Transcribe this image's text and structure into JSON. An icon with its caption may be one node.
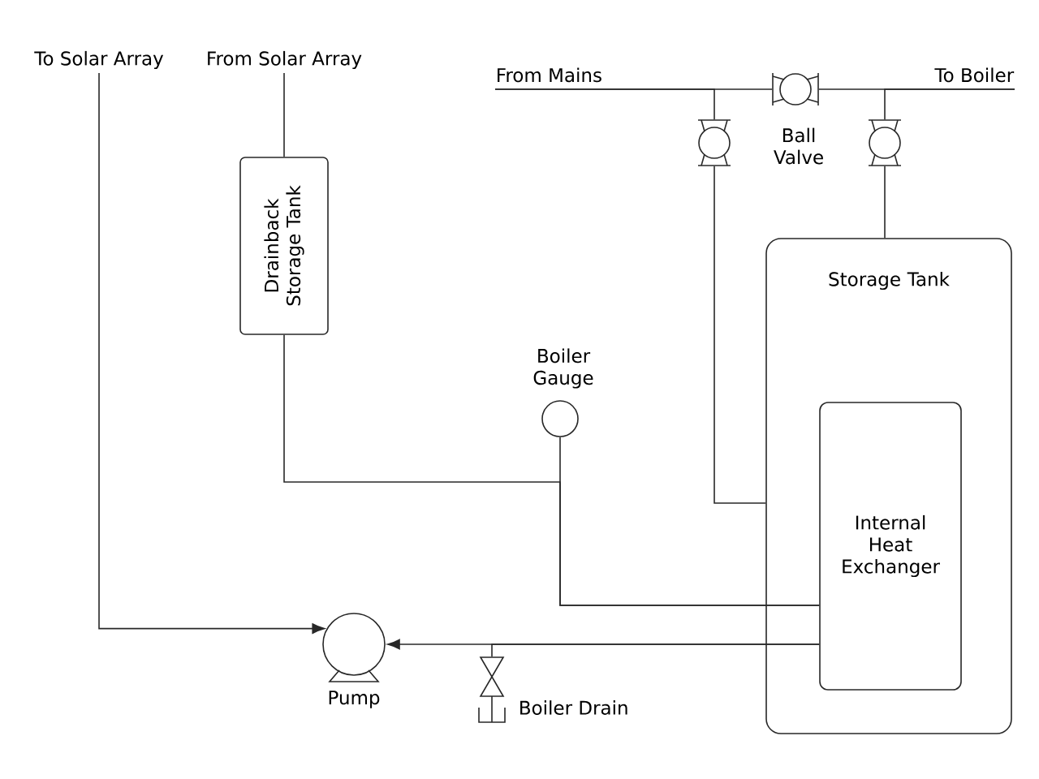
{
  "diagram": {
    "nodes": [
      {
        "text": [
          "To Solar Array"
        ]
      },
      {
        "text": [
          "From Solar Array"
        ]
      },
      {
        "text": [
          "Drainback Storage Tank"
        ]
      },
      {
        "text": [
          "From Mains"
        ]
      },
      {
        "text": [
          "To Boiler"
        ]
      },
      {
        "text": [
          "Ball Valve"
        ]
      },
      {
        "text": [],
        "shape": "valve"
      },
      {
        "text": [],
        "shape": "valve"
      },
      {
        "text": [
          "Storage Tank"
        ]
      },
      {
        "text": [
          "Internal Heat Exchanger"
        ],
        "in": 8
      },
      {
        "text": [
          "Boiler Gauge"
        ]
      },
      {
        "text": [
          "Pump"
        ]
      },
      {
        "text": [
          "Boiler Drain"
        ]
      }
    ],
    "edges": [
      {
        "from": 0,
        "to": 11,
        "arrow": "to"
      },
      {
        "from": 1,
        "to": 2,
        "arrow": "none"
      },
      {
        "from": 3,
        "to": 5,
        "arrow": "none"
      },
      {
        "from": 5,
        "to": 4,
        "arrow": "none"
      },
      {
        "from": 3,
        "to": 6,
        "arrow": "none"
      },
      {
        "from": 7,
        "to": 4,
        "arrow": "none"
      },
      {
        "from": 6,
        "to": 8,
        "arrow": "none"
      },
      {
        "from": 7,
        "to": 8,
        "arrow": "none"
      },
      {
        "from": 2,
        "to": 9,
        "arrow": "none"
      },
      {
        "from": 10,
        "to": 9,
        "arrow": "none"
      },
      {
        "from": 9,
        "to": 11,
        "arrow": "to"
      },
      {
        "from": 12,
        "to": 9,
        "arrow": "none"
      }
    ]
  }
}
